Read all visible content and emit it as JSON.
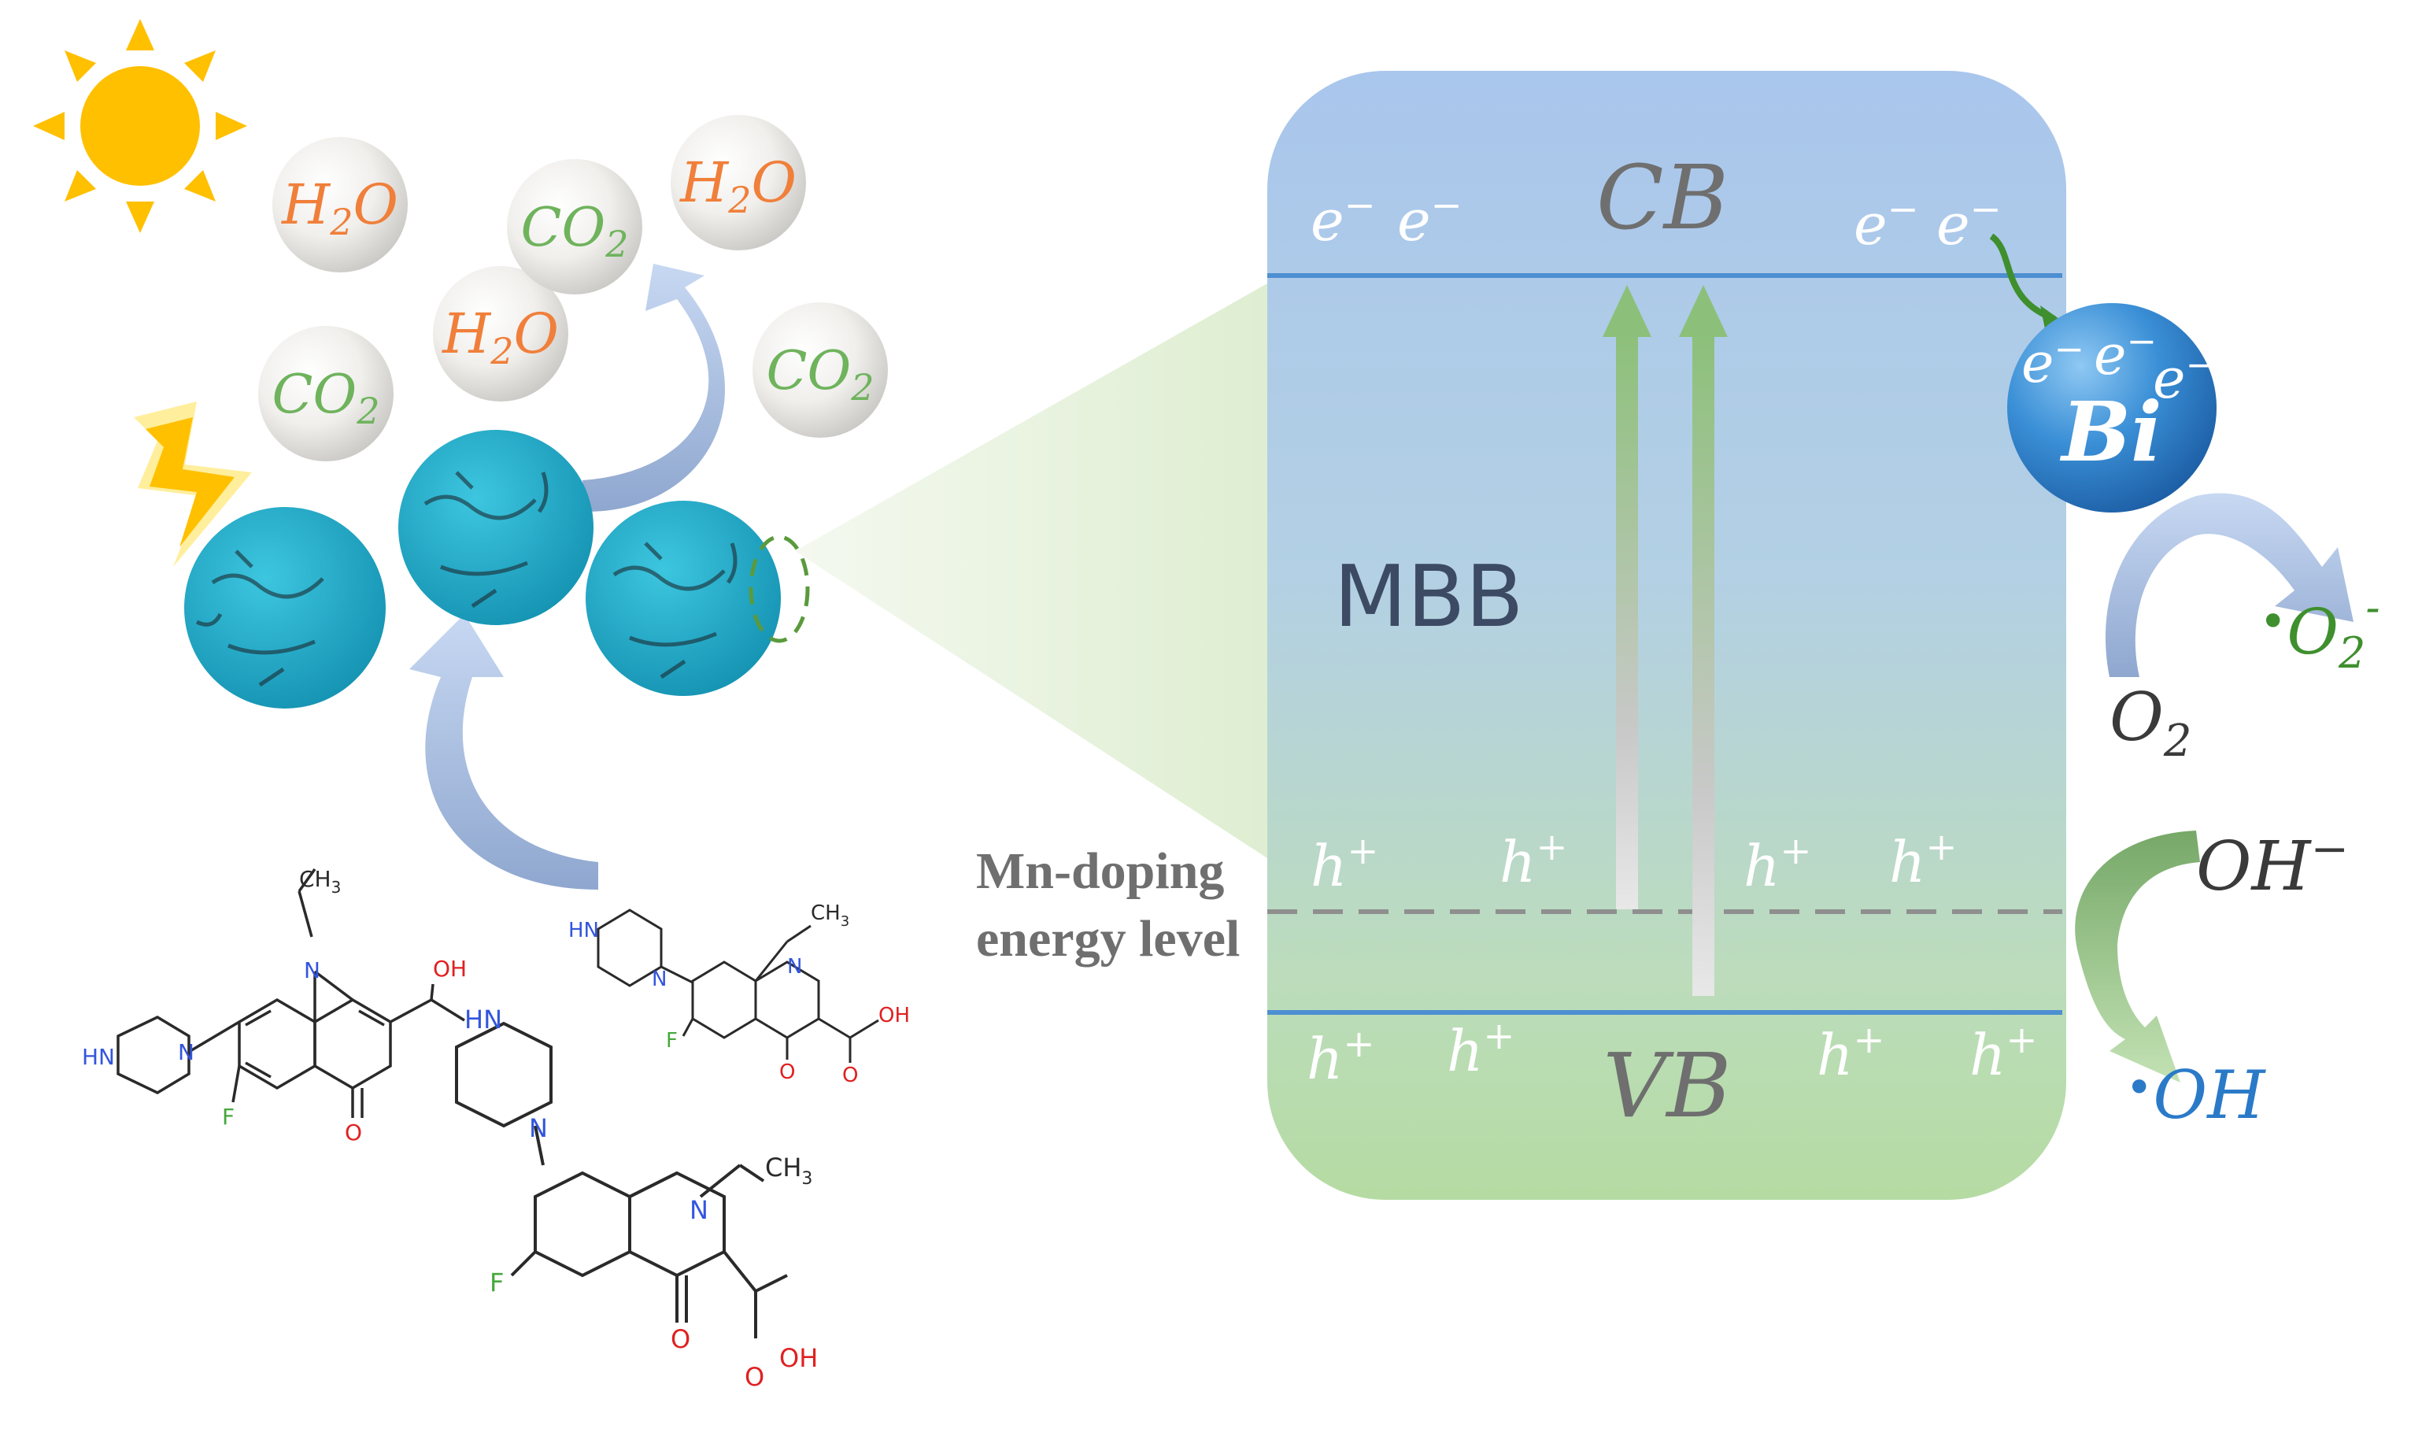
{
  "colors": {
    "band_top": "#a9c6ec",
    "band_bottom": "#b5dba2",
    "band_line": "#4d8fd1",
    "electron_text": "#ffffff",
    "band_label": "#6f6f6f",
    "mbb_label": "#3c4a63",
    "h2o": "#f07f3a",
    "co2": "#6fb35d",
    "superoxide": "#3f8f2e",
    "hydroxyl_radical": "#2a7ac8",
    "sun": "#ffc000",
    "sphere": "#1fb3cf",
    "bi_sphere": "#2f83cf",
    "atom_n": "#3355dd",
    "atom_o": "#e02020",
    "atom_f": "#46a83c"
  },
  "icons": [
    "sun-icon",
    "lightning-icon"
  ],
  "molecules": {
    "h2o": "H2O",
    "co2": "CO2"
  },
  "band_diagram": {
    "cb_label": "CB",
    "vb_label": "VB",
    "mbb_label": "MBB",
    "doping_label_line1": "Mn-doping",
    "doping_label_line2": "energy level",
    "electron": "e",
    "electron_charge": "−",
    "hole": "h",
    "hole_charge": "+"
  },
  "cocatalyst": {
    "label": "Bi",
    "electron": "e",
    "electron_charge": "−"
  },
  "reactions": {
    "o2": "O",
    "o2_sub": "2",
    "superoxide_dot": "•",
    "superoxide": "O",
    "superoxide_sub": "2",
    "superoxide_charge": "-",
    "hydroxide": "OH",
    "hydroxide_charge": "−",
    "hydroxyl_dot": "•",
    "hydroxyl": "OH"
  },
  "structure_labels": {
    "ch3": "CH",
    "ch3_sub": "3",
    "oh": "OH",
    "o": "O",
    "n": "N",
    "hn": "HN",
    "f": "F"
  }
}
